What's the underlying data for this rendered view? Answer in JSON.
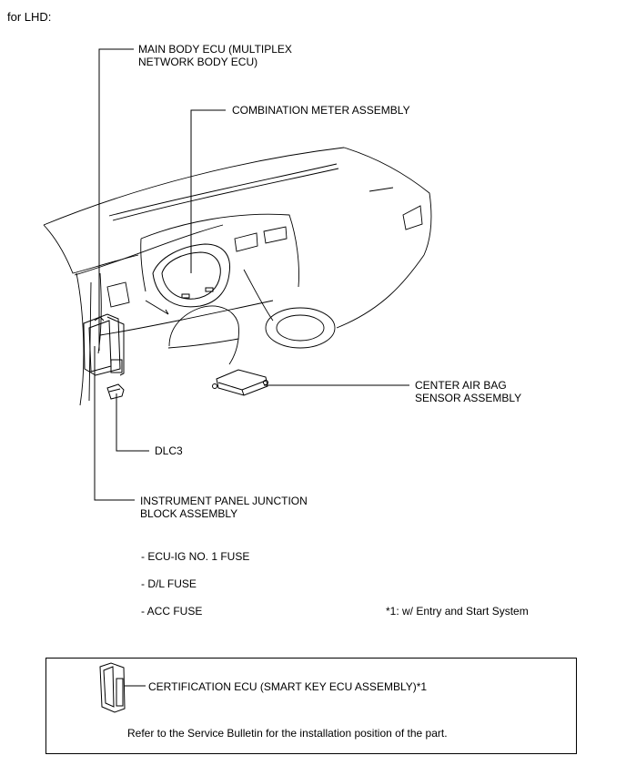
{
  "header": {
    "variant": "for LHD:"
  },
  "callouts": {
    "main_body_ecu": [
      "MAIN BODY ECU (MULTIPLEX",
      "NETWORK BODY ECU)"
    ],
    "combination_meter": "COMBINATION METER ASSEMBLY",
    "center_air_bag": [
      "CENTER AIR BAG",
      "SENSOR ASSEMBLY"
    ],
    "dlc3": "DLC3",
    "instrument_panel_jb": [
      "INSTRUMENT PANEL JUNCTION",
      "BLOCK ASSEMBLY"
    ]
  },
  "fuses": [
    "- ECU-IG NO. 1 FUSE",
    "- D/L FUSE",
    "- ACC FUSE"
  ],
  "footnote": "*1: w/ Entry and Start System",
  "certification_box": {
    "label": "CERTIFICATION ECU (SMART KEY ECU ASSEMBLY)*1",
    "note": "Refer to the Service Bulletin for the installation position of the part."
  }
}
